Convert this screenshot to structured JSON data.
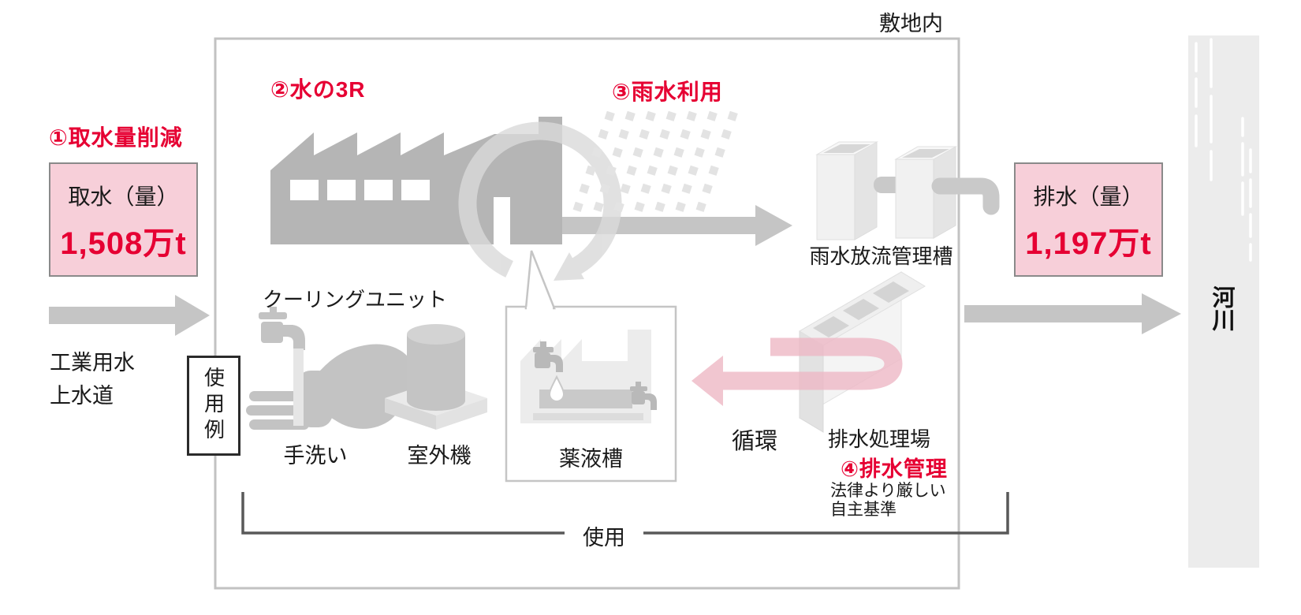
{
  "site": {
    "label": "敷地内"
  },
  "steps": {
    "step1": "①取水量削減",
    "step2": "②水の3R",
    "step3": "③雨水利用",
    "step4": "④排水管理"
  },
  "intake_box": {
    "label": "取水（量）",
    "value": "1,508万t"
  },
  "drain_box": {
    "label": "排水（量）",
    "value": "1,197万t"
  },
  "water_sources": {
    "line1": "工業用水",
    "line2": "上水道"
  },
  "usage_example": {
    "label": "使用例"
  },
  "cooling_unit_label": "クーリングユニット",
  "usage_icons": {
    "hand_wash": "手洗い",
    "outdoor_unit": "室外機",
    "chemical_tank": "薬液槽"
  },
  "rain_tank_label": "雨水放流管理槽",
  "circulation_label": "循環",
  "treatment": {
    "plant_label": "排水処理場",
    "standards_line1": "法律より厳しい",
    "standards_line2": "自主基準"
  },
  "usage_label": "使用",
  "river_label": "河川",
  "colors": {
    "accent_red": "#e60033",
    "pink_fill": "#f7cfd9",
    "pink_arrow": "#eeb8c5",
    "flow_gray": "#c5c5c5",
    "factory_gray": "#b5b5b5"
  }
}
